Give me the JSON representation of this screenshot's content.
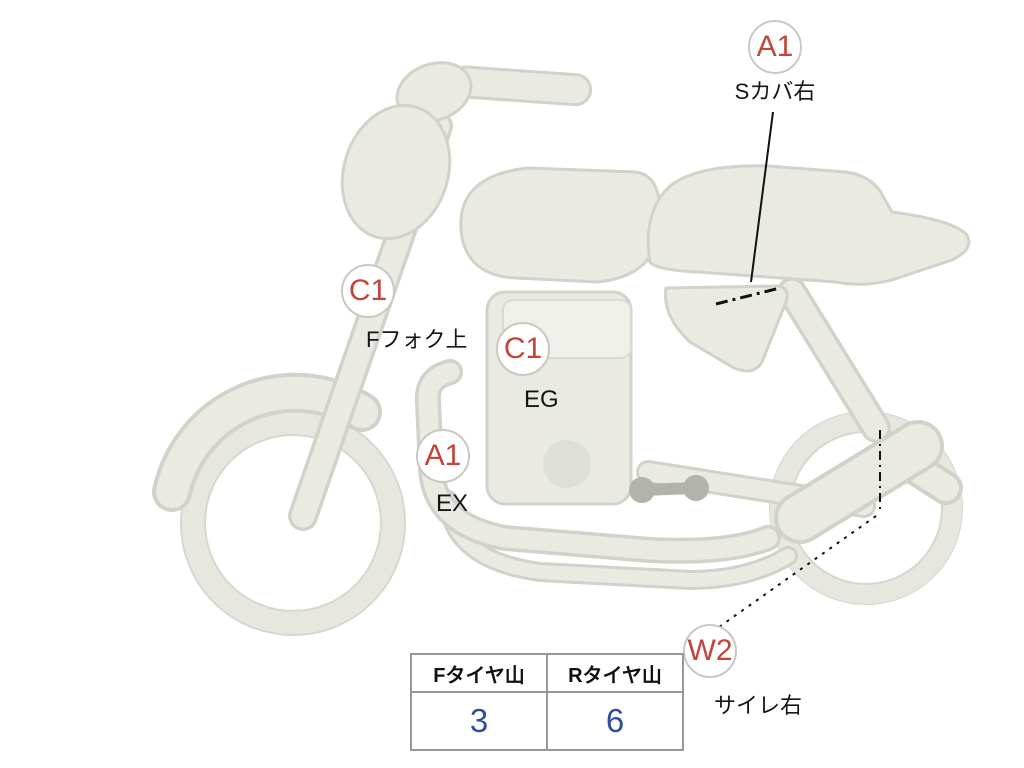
{
  "diagram": {
    "title": "motorcycle-condition-map",
    "markers": [
      {
        "code": "A1",
        "label": "Sカバ右"
      },
      {
        "code": "C1",
        "label": "Fフォク上"
      },
      {
        "code": "C1",
        "label": "EG"
      },
      {
        "code": "A1",
        "label": "EX"
      },
      {
        "code": "W2",
        "label": "サイレ右"
      }
    ],
    "tire_table": {
      "headers": [
        "Fタイヤ山",
        "Rタイヤ山"
      ],
      "values": [
        "3",
        "6"
      ]
    },
    "colors": {
      "marker_text": "#c2443b",
      "marker_border": "#c9c9c1",
      "tire_value_text": "#2e4f9e",
      "body_fill": "#eaeae3",
      "body_outline": "#d2d2c9",
      "leader_line": "#111111"
    }
  }
}
